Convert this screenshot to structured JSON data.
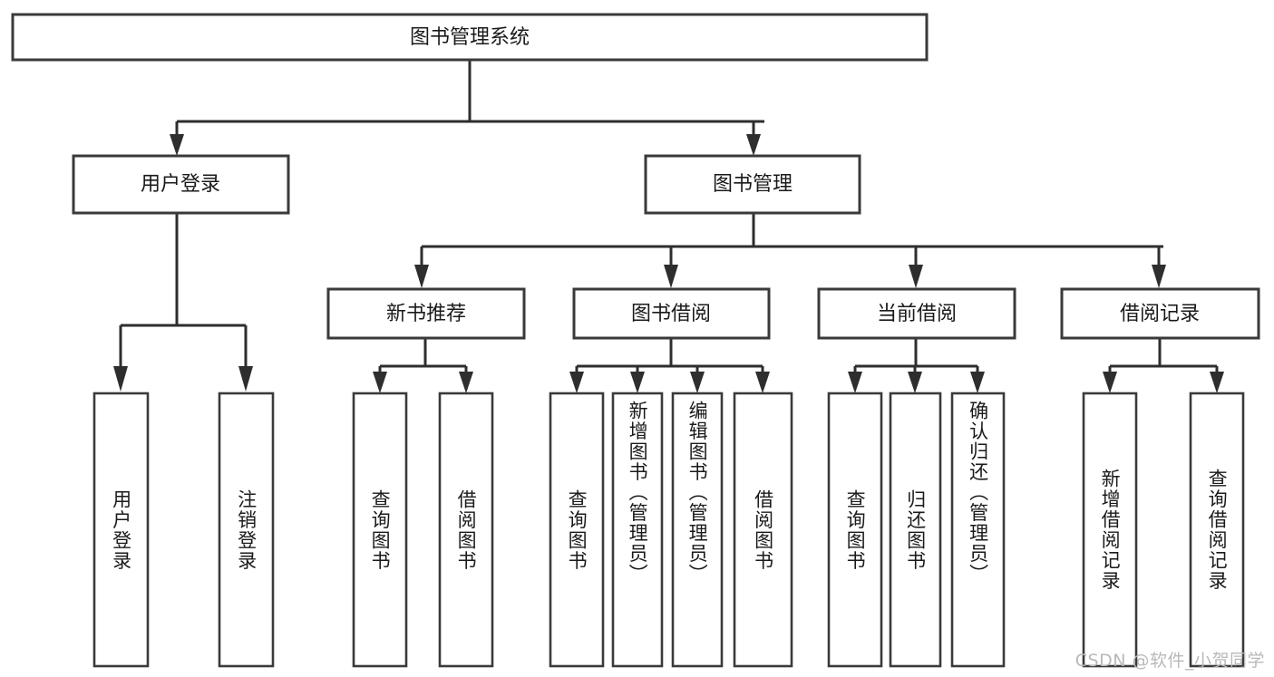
{
  "diagram": {
    "type": "tree",
    "title": "图书管理系统",
    "root": {
      "id": "root",
      "label": "图书管理系统"
    },
    "level2": [
      {
        "id": "user-login",
        "label": "用户登录"
      },
      {
        "id": "book-manage",
        "label": "图书管理"
      }
    ],
    "level3": [
      {
        "id": "new-book-recommend",
        "label": "新书推荐",
        "parent": "book-manage"
      },
      {
        "id": "book-borrow",
        "label": "图书借阅",
        "parent": "book-manage"
      },
      {
        "id": "current-borrow",
        "label": "当前借阅",
        "parent": "book-manage"
      },
      {
        "id": "borrow-record",
        "label": "借阅记录",
        "parent": "book-manage"
      }
    ],
    "leaves": {
      "user-login": [
        {
          "id": "leaf-user-login",
          "label": "用户登录"
        },
        {
          "id": "leaf-logout",
          "label": "注销登录"
        }
      ],
      "new-book-recommend": [
        {
          "id": "leaf-query-book-1",
          "label": "查询图书"
        },
        {
          "id": "leaf-borrow-book-1",
          "label": "借阅图书"
        }
      ],
      "book-borrow": [
        {
          "id": "leaf-query-book-2",
          "label": "查询图书"
        },
        {
          "id": "leaf-add-book",
          "label": "新增图书（管理员）"
        },
        {
          "id": "leaf-edit-book",
          "label": "编辑图书（管理员）"
        },
        {
          "id": "leaf-borrow-book-2",
          "label": "借阅图书"
        }
      ],
      "current-borrow": [
        {
          "id": "leaf-query-book-3",
          "label": "查询图书"
        },
        {
          "id": "leaf-return-book",
          "label": "归还图书"
        },
        {
          "id": "leaf-confirm-return",
          "label": "确认归还（管理员）"
        }
      ],
      "borrow-record": [
        {
          "id": "leaf-add-record",
          "label": "新增借阅记录"
        },
        {
          "id": "leaf-query-record",
          "label": "查询借阅记录"
        }
      ]
    },
    "colors": {
      "box_stroke": "#3a3a3a",
      "connector": "#2e2e2e",
      "text": "#1a1a1a",
      "background": "#ffffff",
      "watermark": "#b9b9b9"
    }
  },
  "watermark": {
    "text": "CSDN @软件_小贺同学"
  }
}
